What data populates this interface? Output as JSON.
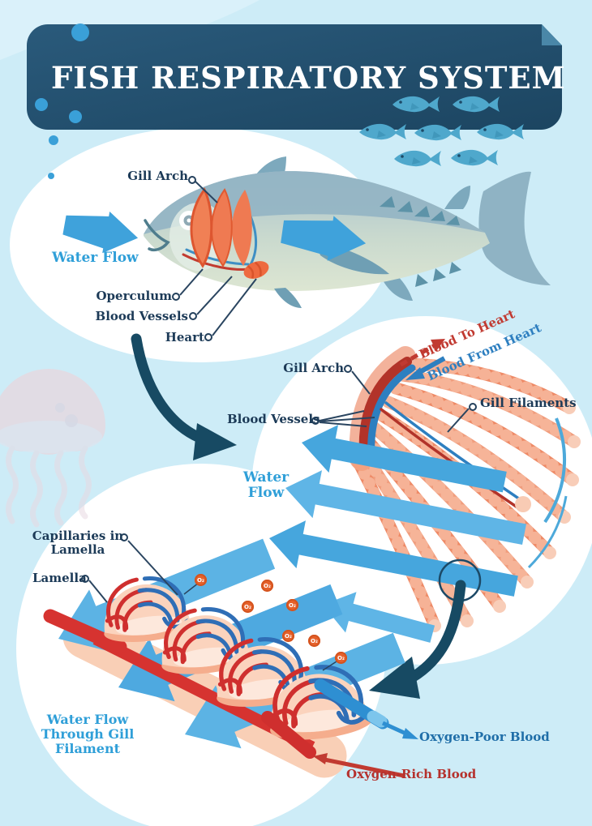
{
  "poster": {
    "title": "FISH RESPIRATORY SYSTEM"
  },
  "fish_overview": {
    "water_flow_label": "Water Flow",
    "gill_arch_label": "Gill Arch",
    "operculum_label": "Operculum",
    "blood_vessels_label": "Blood Vessels",
    "heart_label": "Heart"
  },
  "gill_detail": {
    "blood_to_heart_label": "Blood To Heart",
    "blood_from_heart_label": "Blood From Heart",
    "gill_arch_label": "Gill Arch",
    "gill_filaments_label": "Gill Filaments",
    "blood_vessels_label": "Blood Vessels",
    "water_flow_label": "Water Flow"
  },
  "lamella_detail": {
    "capillaries_label": "Capillaries in Lamella",
    "lamella_label": "Lamella",
    "water_flow_label": "Water Flow Through Gill Filament",
    "oxygen_poor_label": "Oxygen-Poor Blood",
    "oxygen_rich_label": "Oxygen-Rich Blood",
    "o2_symbol": "O₂"
  },
  "colors": {
    "background": "#cdecf7",
    "banner": "#1d4a68",
    "banner_fold": "#4a87a8",
    "title_text": "#ffffff",
    "label_navy": "#1c3a57",
    "water_flow_blue": "#2f9fd8",
    "arrow_blue": "#3fa2db",
    "artery_red": "#c13a31",
    "vein_blue": "#2e7fc0",
    "oxygen_poor_blue": "#1f6ea8",
    "oxygen_rich_red": "#b5312d",
    "gill_orange": "#ef7a52",
    "filament_salmon": "#ee8a66",
    "lamella_peach": "#fbd3bd",
    "o2_orange": "#e6612b",
    "dark_arrow_navy": "#174a63"
  }
}
